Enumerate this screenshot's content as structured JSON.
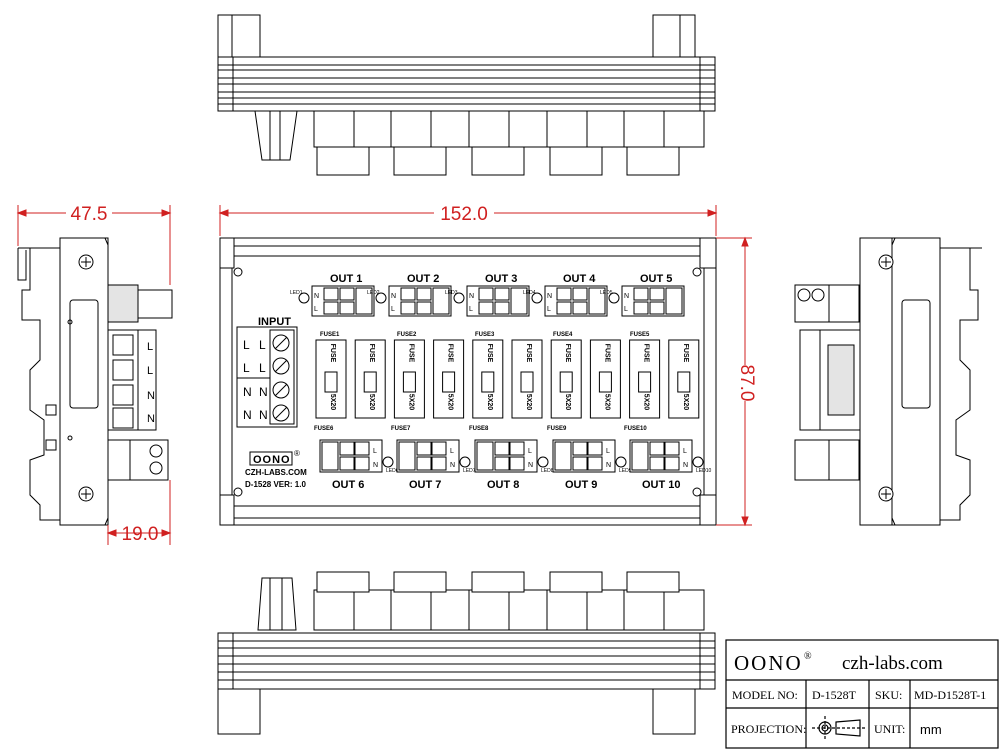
{
  "dimensions": {
    "width_top": "152.0",
    "height_right": "87.0",
    "depth_left": "47.5",
    "offset_left": "19.0"
  },
  "board": {
    "input_label": "INPUT",
    "terminal_labels": [
      "L",
      "L",
      "N",
      "N"
    ],
    "brand": "OONO",
    "brand_mark": "®",
    "website": "CZH-LABS.COM",
    "model_line": "D-1528  VER: 1.0",
    "fuse_text": "FUSE",
    "fuse_rating": "5X20",
    "outputs_top": [
      {
        "out": "OUT 1",
        "led": "LED1",
        "fuse": "FUSE1"
      },
      {
        "out": "OUT 2",
        "led": "LED2",
        "fuse": "FUSE2"
      },
      {
        "out": "OUT 3",
        "led": "LED3",
        "fuse": "FUSE3"
      },
      {
        "out": "OUT 4",
        "led": "LED4",
        "fuse": "FUSE4"
      },
      {
        "out": "OUT 5",
        "led": "LED5",
        "fuse": "FUSE5"
      }
    ],
    "outputs_bottom": [
      {
        "out": "OUT 6",
        "led": "LED6",
        "fuse": "FUSE6"
      },
      {
        "out": "OUT 7",
        "led": "LED7",
        "fuse": "FUSE7"
      },
      {
        "out": "OUT 8",
        "led": "LED8",
        "fuse": "FUSE8"
      },
      {
        "out": "OUT 9",
        "led": "LED9",
        "fuse": "FUSE9"
      },
      {
        "out": "OUT 10",
        "led": "LED10",
        "fuse": "FUSE10"
      }
    ]
  },
  "title_block": {
    "brand": "OONO",
    "brand_mark": "®",
    "website": "czh-labs.com",
    "model_label": "MODEL NO:",
    "model_value": "D-1528T",
    "sku_label": "SKU:",
    "sku_value": "MD-D1528T-1",
    "projection_label": "PROJECTION:",
    "unit_label": "UNIT:",
    "unit_value": "mm"
  },
  "colors": {
    "dimension": "#d02020",
    "outline": "#000000",
    "fill_gray": "#e4e4e4"
  }
}
